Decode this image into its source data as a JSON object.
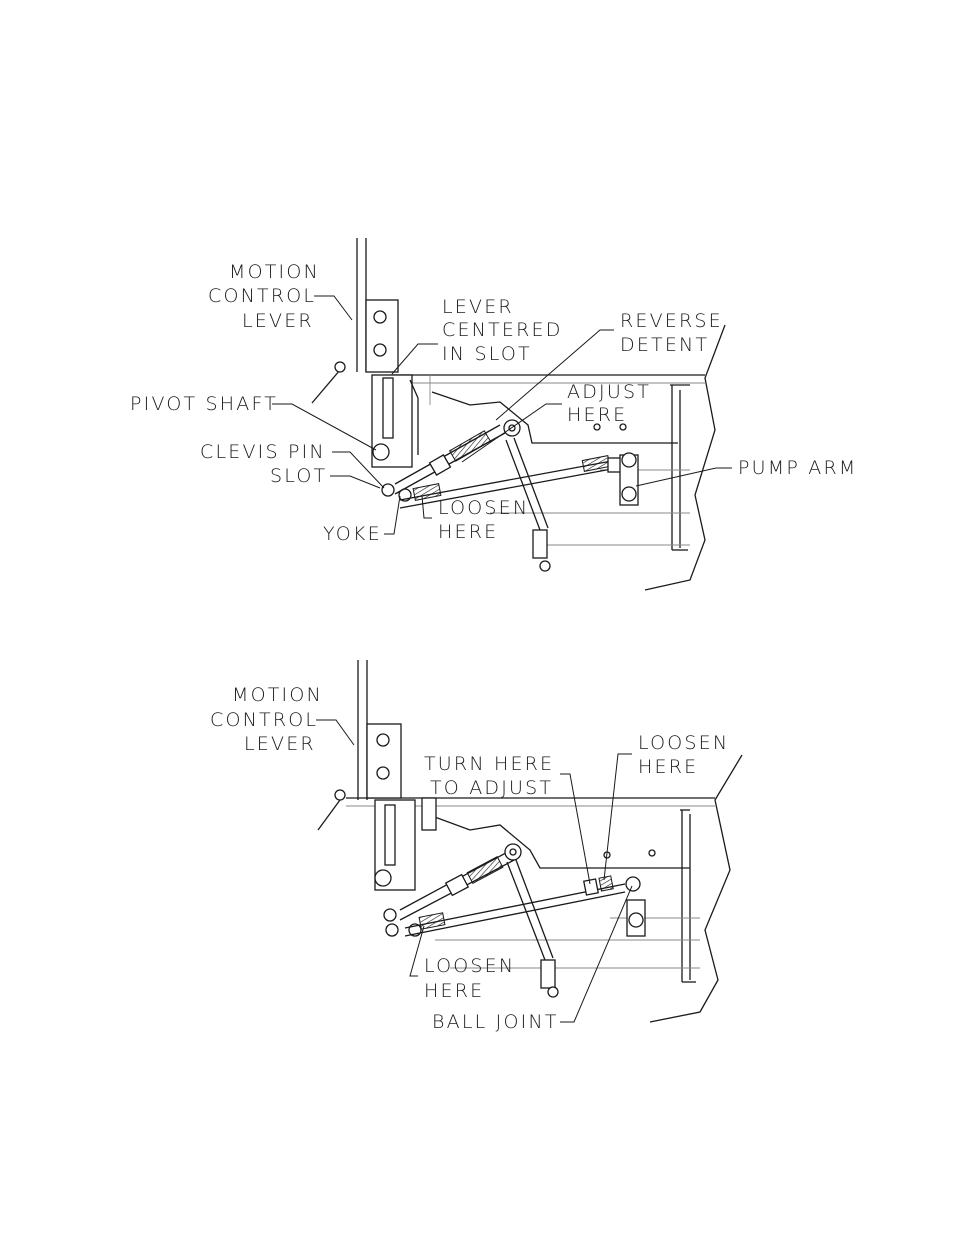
{
  "top_figure": {
    "labels": {
      "motion_control_lever": [
        "MOTION",
        "CONTROL",
        "LEVER"
      ],
      "lever_centered": [
        "LEVER",
        "CENTERED",
        "IN SLOT"
      ],
      "reverse_detent": [
        "REVERSE",
        "DETENT"
      ],
      "adjust_here": [
        "ADJUST",
        "HERE"
      ],
      "pivot_shaft": "PIVOT SHAFT",
      "clevis_pin": "CLEVIS PIN",
      "slot": "SLOT",
      "pump_arm": "PUMP ARM",
      "loosen_here": [
        "LOOSEN",
        "HERE"
      ],
      "yoke": "YOKE"
    }
  },
  "bottom_figure": {
    "labels": {
      "motion_control_lever": [
        "MOTION",
        "CONTROL",
        "LEVER"
      ],
      "turn_here": [
        "TURN HERE",
        "TO ADJUST"
      ],
      "loosen_here_right": [
        "LOOSEN",
        "HERE"
      ],
      "loosen_here_left": [
        "LOOSEN",
        "HERE"
      ],
      "ball_joint": "BALL JOINT"
    }
  }
}
